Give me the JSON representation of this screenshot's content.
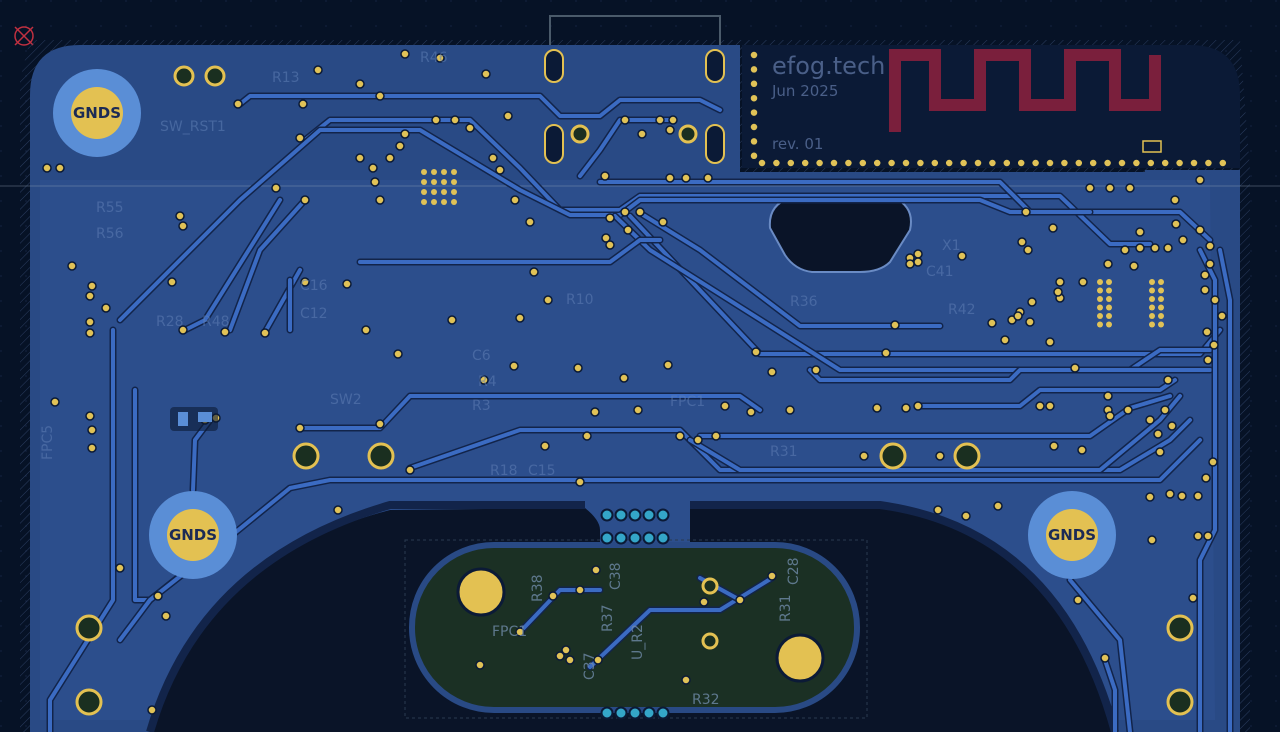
{
  "board": {
    "brand": "efog.tech",
    "date": "Jun 2025",
    "revision": "rev. 01"
  },
  "mounting_holes": [
    {
      "label": "GNDS"
    },
    {
      "label": "GNDS"
    },
    {
      "label": "GNDS"
    }
  ],
  "silkscreen": {
    "refs": [
      "SW_RST1",
      "R55",
      "R56",
      "R13",
      "R46",
      "X1",
      "C41",
      "R42",
      "SW2",
      "R3",
      "R4",
      "C6",
      "R10",
      "R18",
      "C15",
      "R31",
      "R36",
      "R38",
      "C38",
      "R37",
      "R32",
      "R31",
      "C28",
      "FPC1",
      "FPC5",
      "C16",
      "C12",
      "R28",
      "R48",
      "U_R2",
      "C37"
    ]
  },
  "colors": {
    "background": "#061226",
    "board_fill": "#294a85",
    "copper_trace": "#3b6bc2",
    "trace_edge": "#12244a",
    "via": "#e0c257",
    "pad_blue": "#5a8ed6",
    "pad_gold": "#e3c152",
    "cutout": "#0a1428",
    "silk_red": "#7a1f3c"
  },
  "icons": {
    "origin_marker": "crosshair-icon"
  }
}
